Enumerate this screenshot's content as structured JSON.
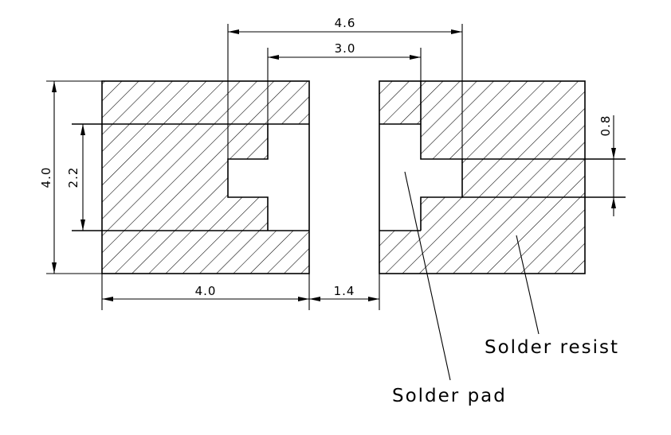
{
  "drawing": {
    "dimensions": {
      "outer_pitch": "4.6",
      "inner_pitch": "3.0",
      "height": "4.0",
      "pad_height": "2.2",
      "width": "4.0",
      "gap": "1.4",
      "slot": "0.8"
    },
    "callouts": {
      "resist": "Solder resist",
      "pad": "Solder pad"
    }
  }
}
